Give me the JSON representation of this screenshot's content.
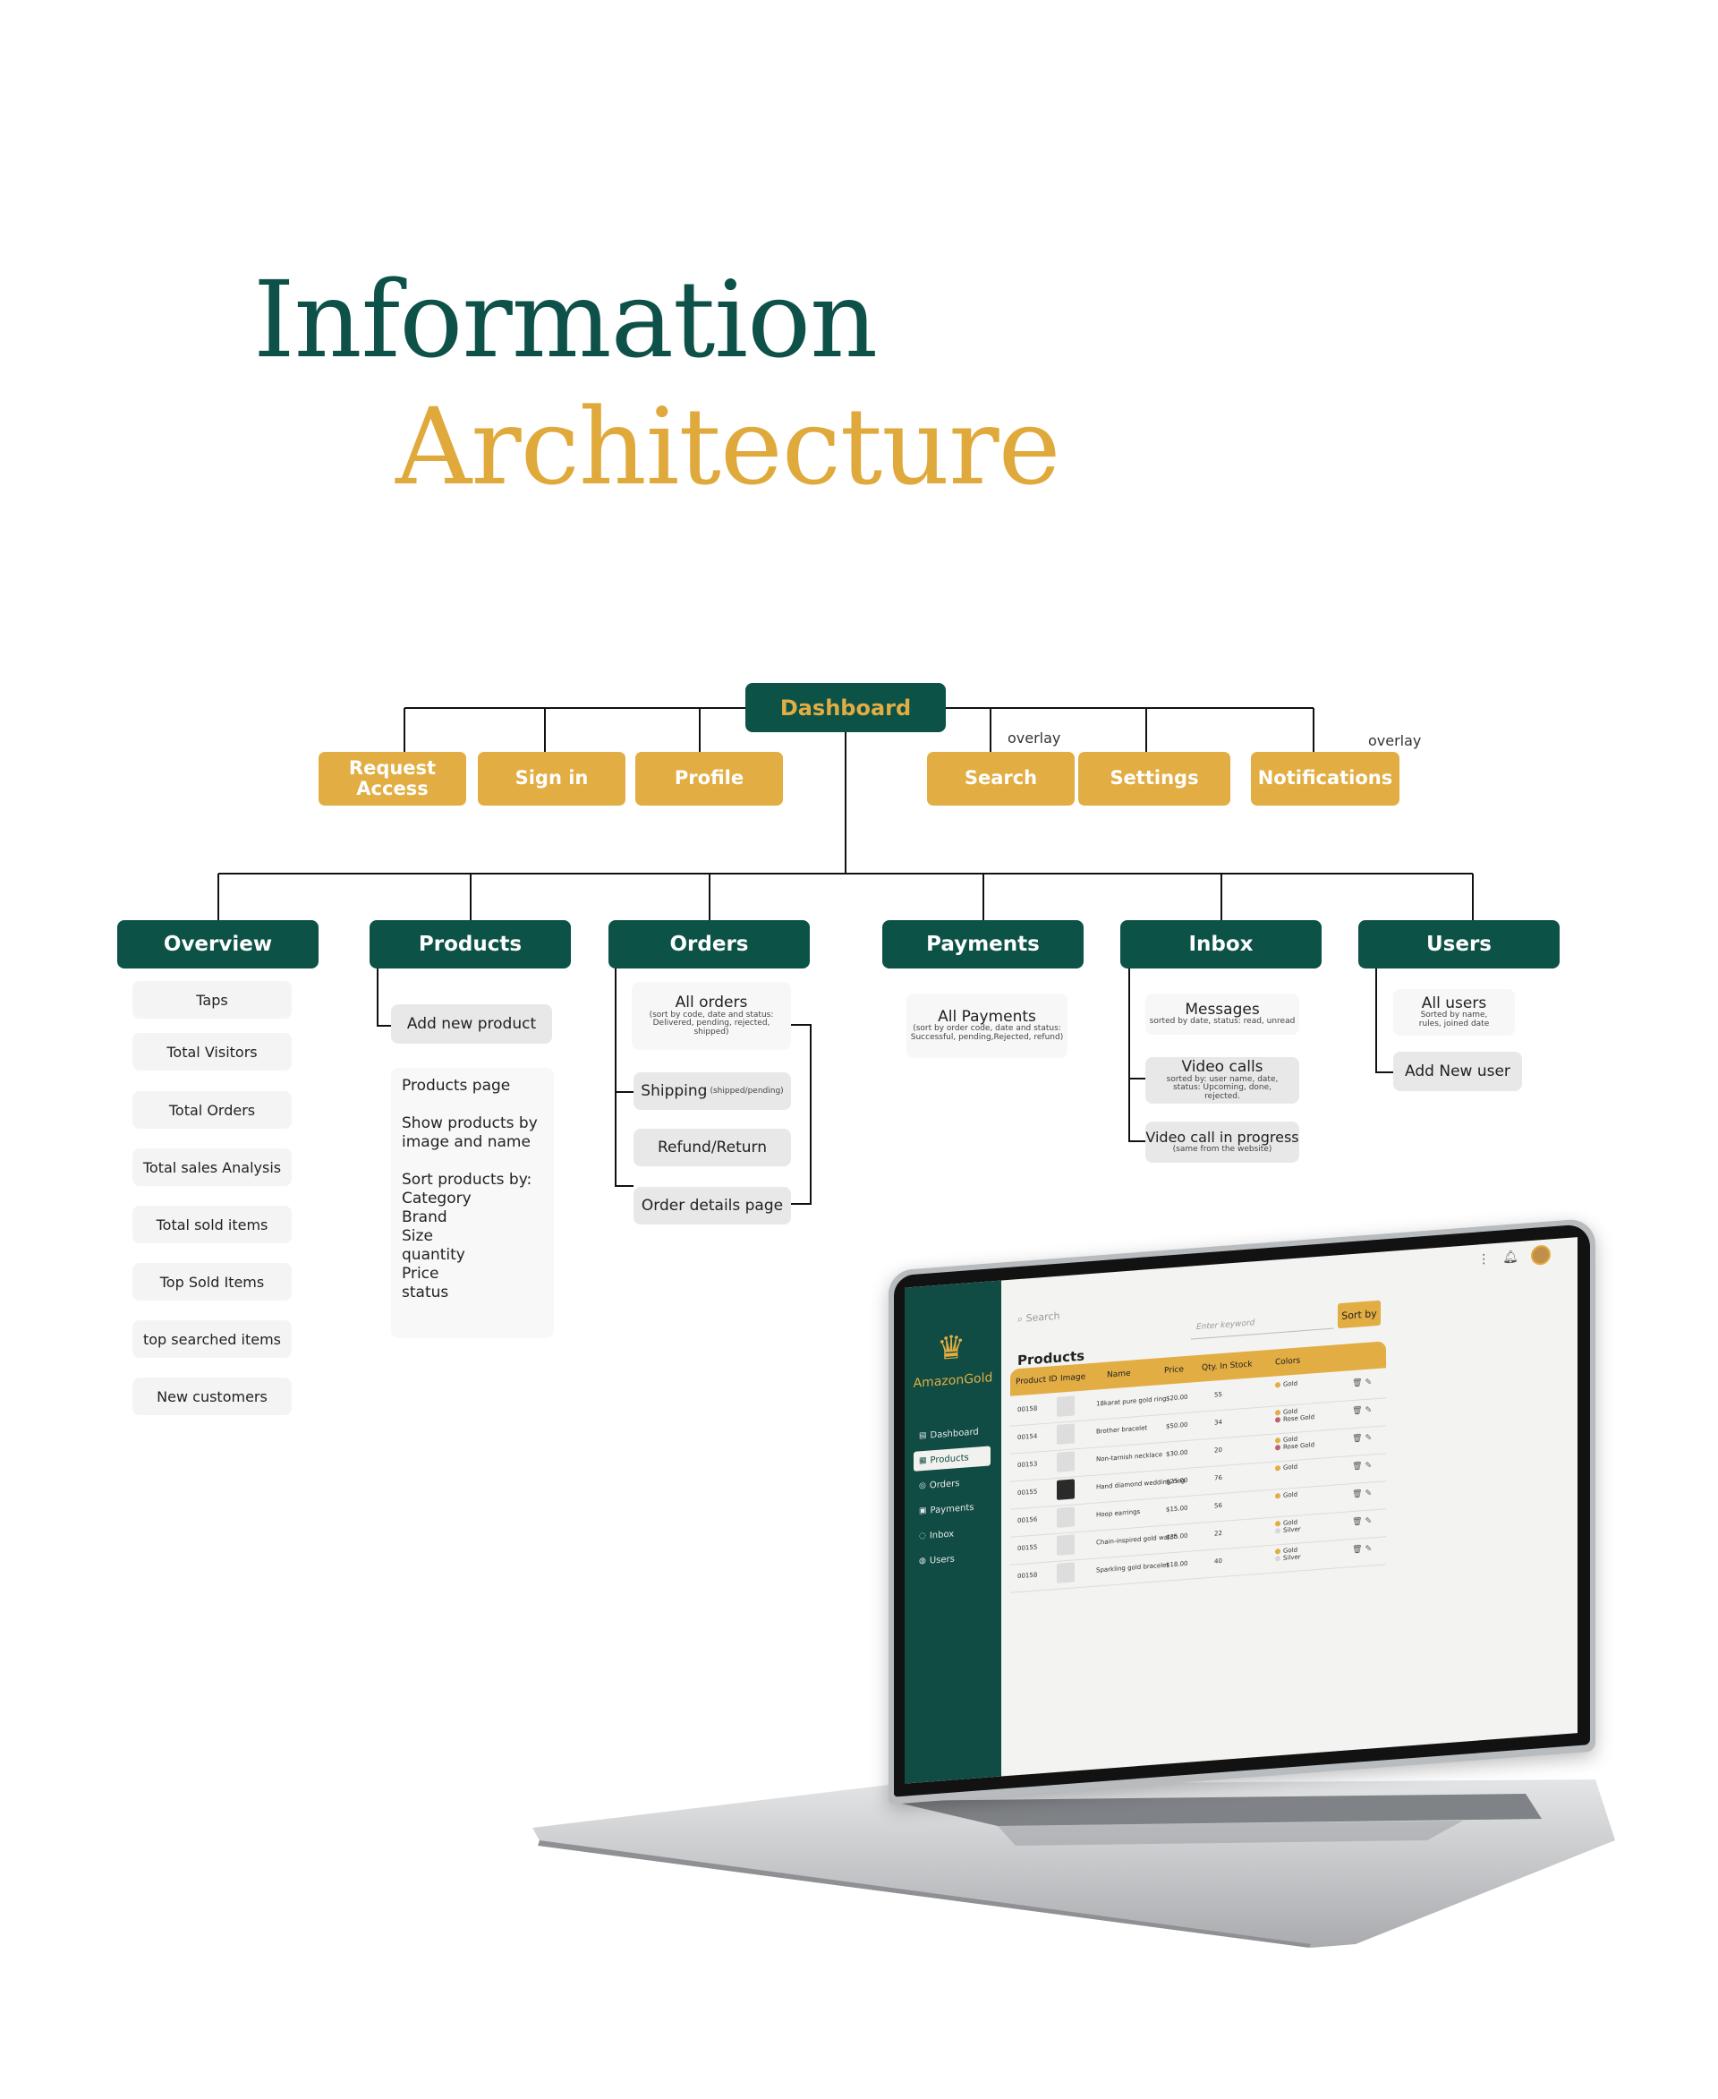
{
  "title": {
    "line1": "Information",
    "line2": "Architecture"
  },
  "root": "Dashboard",
  "top_nodes": [
    {
      "label": "Request Access"
    },
    {
      "label": "Sign in"
    },
    {
      "label": "Profile"
    },
    {
      "label": "Search",
      "note": "overlay"
    },
    {
      "label": "Settings"
    },
    {
      "label": "Notifications",
      "note": "overlay"
    }
  ],
  "sections": [
    {
      "label": "Overview",
      "children": [
        "Taps",
        "Total Visitors",
        "Total Orders",
        "Total sales Analysis",
        "Total sold items",
        "Top Sold Items",
        "top searched items",
        "New customers"
      ]
    },
    {
      "label": "Products",
      "children": [
        "Add new product"
      ],
      "page": {
        "lines": [
          "Products page",
          "Show products by",
          "image and name",
          "Sort products by:",
          "Category",
          "Brand",
          "Size",
          "quantity",
          "Price",
          "status"
        ]
      }
    },
    {
      "label": "Orders",
      "children": [
        {
          "label": "All orders",
          "sub": "(sort by code, date and status: Delivered, pending, rejected, shipped)"
        },
        {
          "label": "Shipping",
          "sub": "(shipped/pending)"
        },
        {
          "label": "Refund/Return"
        },
        {
          "label": "Order details page"
        }
      ]
    },
    {
      "label": "Payments",
      "children": [
        {
          "label": "All Payments",
          "sub": "(sort by order code, date and status: Successful, pending,Rejected, refund)"
        }
      ]
    },
    {
      "label": "Inbox",
      "children": [
        {
          "label": "Messages",
          "sub": "sorted by date, status: read, unread"
        },
        {
          "label": "Video calls",
          "sub": "sorted by: user name, date, status: Upcoming, done, rejected."
        },
        {
          "label": "Video call in progress",
          "sub": "(same from the website)"
        }
      ]
    },
    {
      "label": "Users",
      "children": [
        {
          "label": "All users",
          "sub": "Sorted by name, rules, joined date"
        },
        {
          "label": "Add New user"
        }
      ]
    }
  ],
  "laptop_screen": {
    "brand": "AmazonGold",
    "search_placeholder": "Search",
    "page_title": "Products",
    "keyword_placeholder": "Enter keyword",
    "sort_label": "Sort by",
    "nav": [
      "Dashboard",
      "Products",
      "Orders",
      "Payments",
      "Inbox",
      "Users"
    ],
    "columns": [
      "Product ID",
      "Image",
      "Name",
      "Price",
      "Qty. In Stock",
      "Colors"
    ],
    "rows": [
      {
        "id": "00158",
        "name": "18karat pure gold ring",
        "price": "$20.00",
        "qty": "55",
        "colors": [
          "Gold"
        ]
      },
      {
        "id": "00154",
        "name": "Brother bracelet",
        "price": "$50.00",
        "qty": "34",
        "colors": [
          "Gold",
          "Rose Gold"
        ]
      },
      {
        "id": "00153",
        "name": "Non-tarnish necklace",
        "price": "$30.00",
        "qty": "20",
        "colors": [
          "Gold",
          "Rose Gold"
        ]
      },
      {
        "id": "00155",
        "name": "Hand diamond wedding ring",
        "price": "$25.00",
        "qty": "76",
        "colors": [
          "Gold"
        ]
      },
      {
        "id": "00156",
        "name": "Hoop earrings",
        "price": "$15.00",
        "qty": "56",
        "colors": [
          "Gold"
        ]
      },
      {
        "id": "00155",
        "name": "Chain-inspired gold watch",
        "price": "$35.00",
        "qty": "22",
        "colors": [
          "Gold",
          "Silver"
        ]
      },
      {
        "id": "00158",
        "name": "Sparkling gold bracelet",
        "price": "$18.00",
        "qty": "40",
        "colors": [
          "Gold",
          "Silver"
        ]
      }
    ]
  },
  "colors": {
    "green": "#0c5247",
    "gold": "#e2ad43",
    "rose_gold": "#b9637a",
    "silver": "#d8d8d8"
  }
}
